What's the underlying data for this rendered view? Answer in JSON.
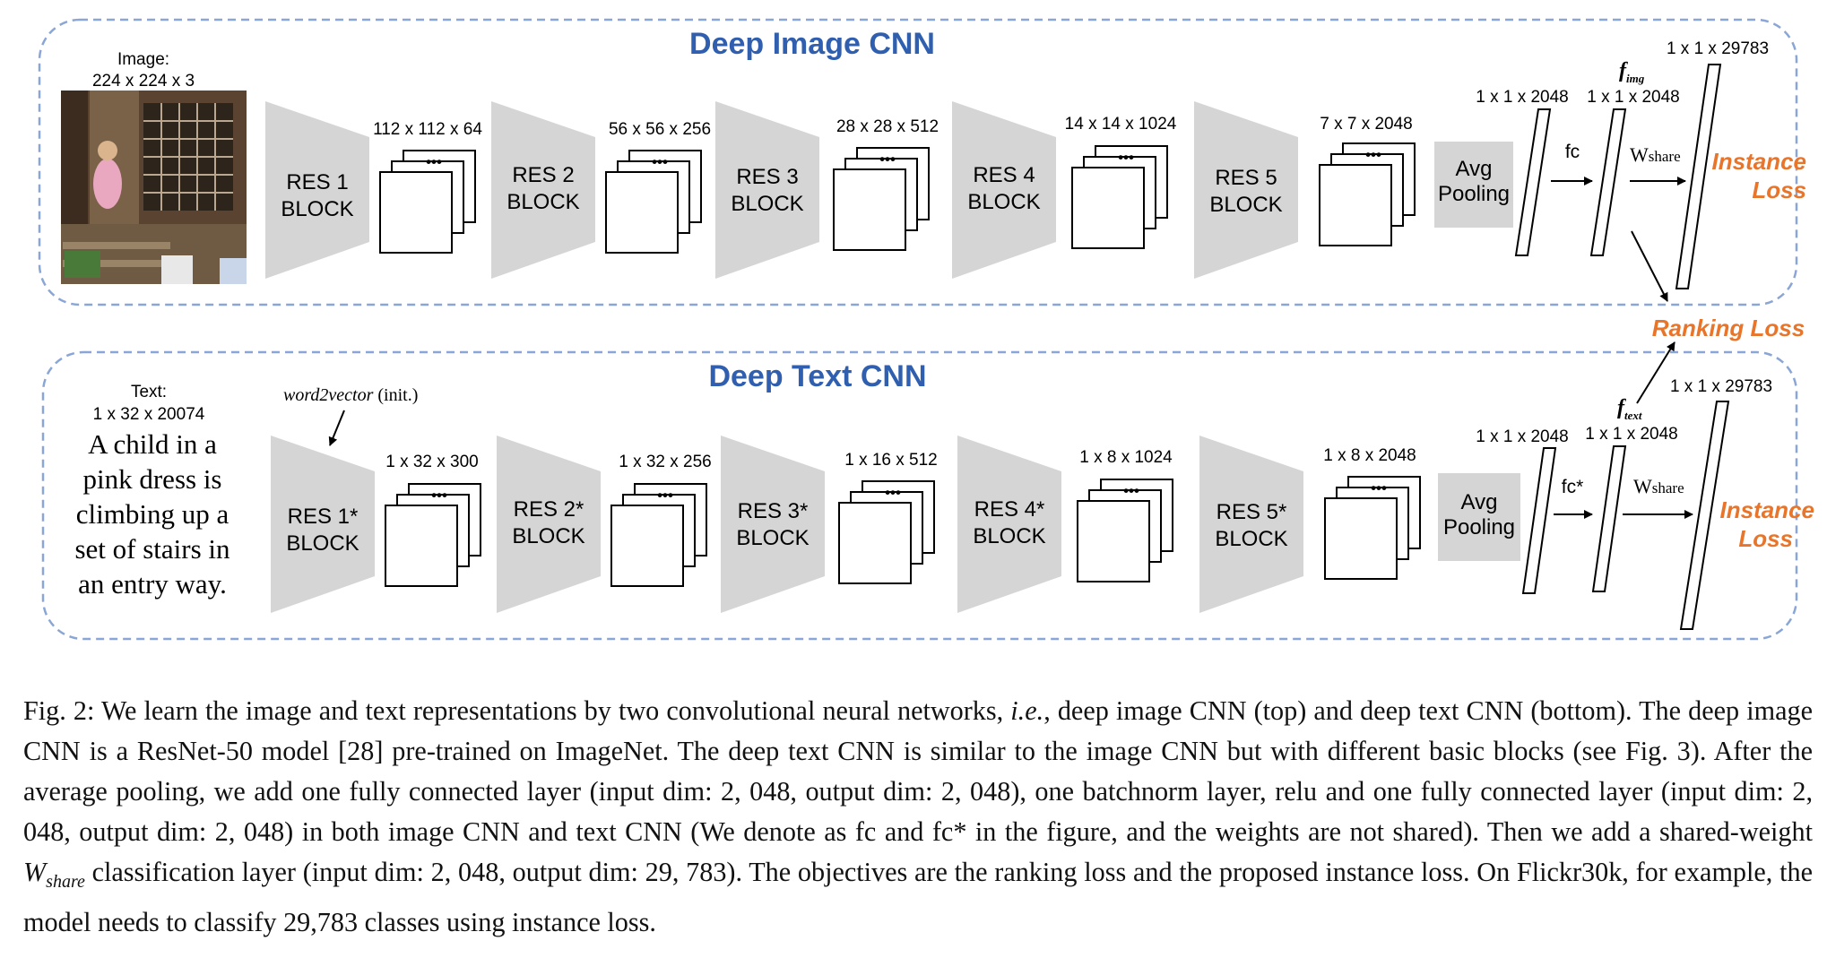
{
  "image_panel": {
    "title": "Deep Image CNN",
    "input_label_1": "Image:",
    "input_label_2": "224 x 224 x 3",
    "blocks": [
      {
        "line1": "RES 1",
        "line2": "BLOCK"
      },
      {
        "line1": "RES 2",
        "line2": "BLOCK"
      },
      {
        "line1": "RES 3",
        "line2": "BLOCK"
      },
      {
        "line1": "RES 4",
        "line2": "BLOCK"
      },
      {
        "line1": "RES 5",
        "line2": "BLOCK"
      }
    ],
    "dims": [
      "112 x 112 x 64",
      "56 x 56 x 256",
      "28 x 28 x 512",
      "14 x 14 x 1024",
      "7 x 7 x 2048"
    ],
    "pool_line1": "Avg",
    "pool_line2": "Pooling",
    "pool_dim": "1 x 1 x 2048",
    "fc_label": "fc",
    "feature_label": "f",
    "feature_sub": "img",
    "feature_dim": "1 x 1 x 2048",
    "share_label": "W",
    "share_sub": "share",
    "out_dim": "1 x 1 x 29783",
    "loss_line1": "Instance",
    "loss_line2": "Loss"
  },
  "text_panel": {
    "title": "Deep Text CNN",
    "input_label_1": "Text:",
    "input_label_2": "1 x 32 x 20074",
    "sentence_lines": [
      "A child in a",
      "pink dress is",
      "climbing up a",
      "set of stairs in",
      "an entry way."
    ],
    "w2v_label": "word2vector",
    "w2v_suffix": " (init.)",
    "blocks": [
      {
        "line1": "RES 1*",
        "line2": "BLOCK"
      },
      {
        "line1": "RES 2*",
        "line2": "BLOCK"
      },
      {
        "line1": "RES 3*",
        "line2": "BLOCK"
      },
      {
        "line1": "RES 4*",
        "line2": "BLOCK"
      },
      {
        "line1": "RES 5*",
        "line2": "BLOCK"
      }
    ],
    "dims": [
      "1 x 32 x 300",
      "1 x 32 x 256",
      "1 x 16 x 512",
      "1 x 8 x 1024",
      "1 x 8 x 2048"
    ],
    "pool_line1": "Avg",
    "pool_line2": "Pooling",
    "pool_dim": "1 x 1 x 2048",
    "fc_label": "fc*",
    "feature_label": "f",
    "feature_sub": "text",
    "feature_dim": "1 x 1 x 2048",
    "share_label": "W",
    "share_sub": "share",
    "out_dim": "1 x 1 x 29783",
    "loss_line1": "Instance",
    "loss_line2": "Loss"
  },
  "ranking_loss": "Ranking Loss",
  "stack_dots": "•••",
  "caption": {
    "fig": "Fig. 2: ",
    "part1": "We learn the image and text representations by two convolutional neural networks, ",
    "ie": "i.e.",
    "part2": ", deep image CNN (top) and deep text CNN (bottom). The deep image CNN is a ResNet-50 model [28] pre-trained on ImageNet. The deep text CNN is similar to the image CNN but with different basic blocks (see Fig. 3). After the average pooling, we add one fully connected layer (input dim: 2, 048, output dim: 2, 048), one batchnorm layer, relu and one fully connected layer (input dim: 2, 048, output dim: 2, 048) in both image CNN and text CNN (We denote as fc and fc* in the figure, and the weights are not shared). Then we add a shared-weight ",
    "w": "W",
    "w_sub": "share",
    "part3": " classification layer (input dim: 2, 048, output dim: 29, 783). The objectives are the ranking loss and the proposed instance loss. On Flickr30k, for example, the model needs to classify 29,783 classes using instance loss."
  },
  "colors": {
    "title_blue": "#2f5fae",
    "loss_orange": "#e8752a",
    "dash_blue": "#8aa6d6",
    "block_gray": "#d5d5d5"
  }
}
